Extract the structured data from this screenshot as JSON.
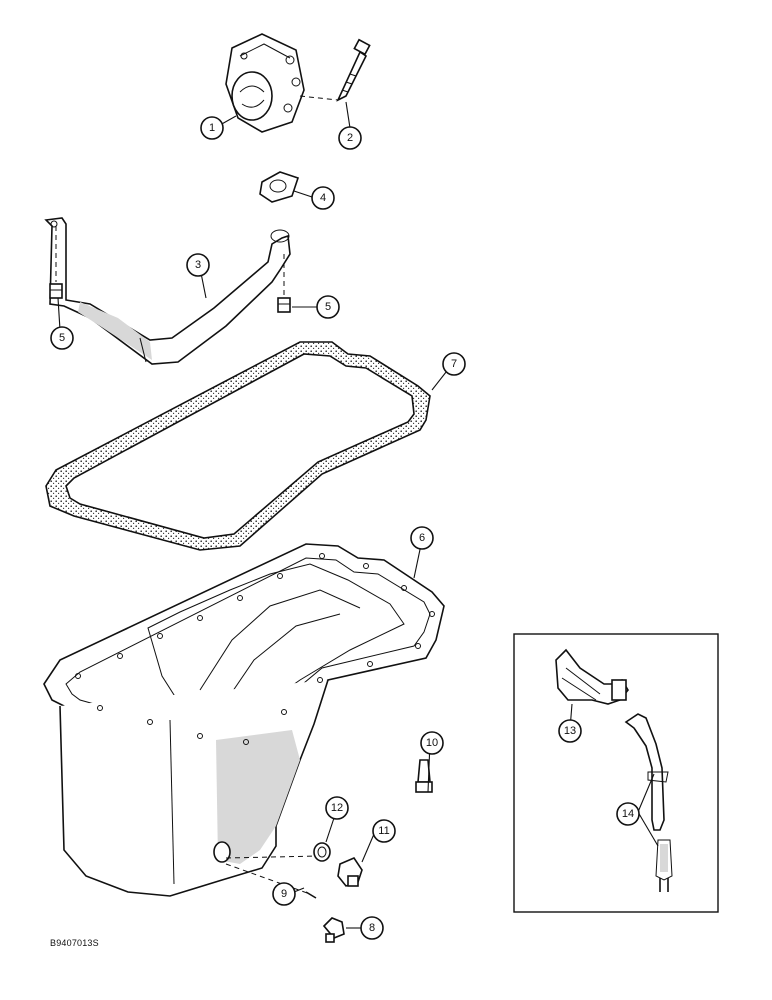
{
  "reference_code": "B9407013S",
  "callouts": [
    {
      "id": "1",
      "label": "1"
    },
    {
      "id": "2",
      "label": "2"
    },
    {
      "id": "3",
      "label": "3"
    },
    {
      "id": "4",
      "label": "4"
    },
    {
      "id": "5a",
      "label": "5"
    },
    {
      "id": "5b",
      "label": "5"
    },
    {
      "id": "6",
      "label": "6"
    },
    {
      "id": "7",
      "label": "7"
    },
    {
      "id": "8",
      "label": "8"
    },
    {
      "id": "9",
      "label": "9"
    },
    {
      "id": "10",
      "label": "10"
    },
    {
      "id": "11",
      "label": "11"
    },
    {
      "id": "12",
      "label": "12"
    },
    {
      "id": "13",
      "label": "13"
    },
    {
      "id": "14",
      "label": "14"
    }
  ]
}
